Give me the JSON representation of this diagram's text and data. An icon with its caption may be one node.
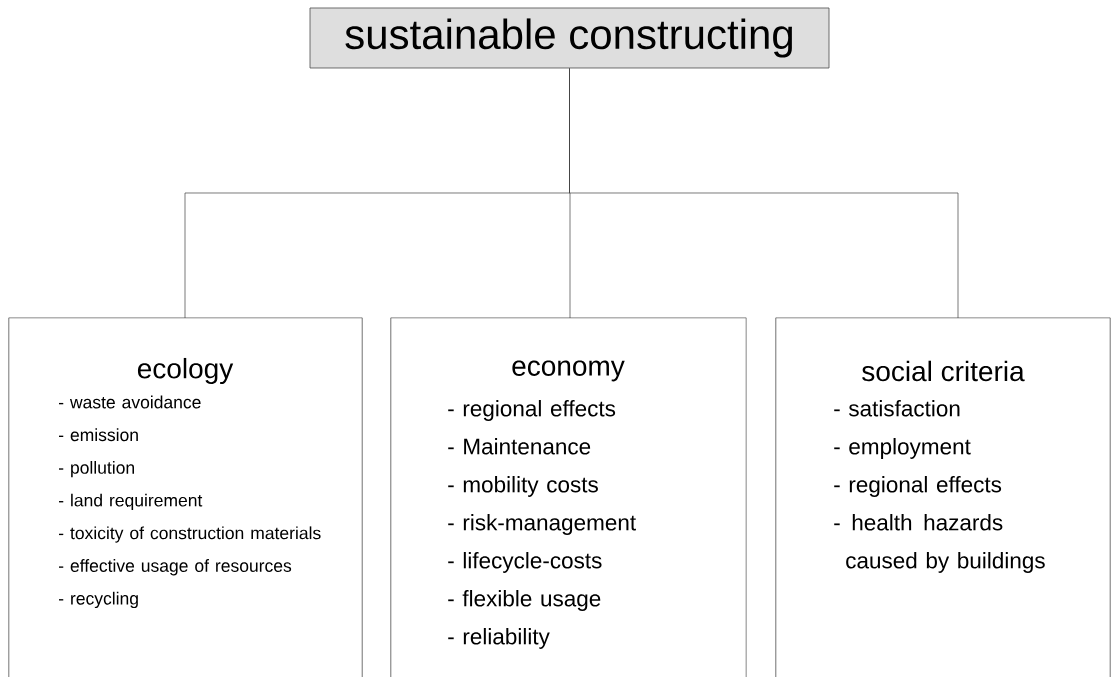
{
  "diagram": {
    "nodes": [
      {
        "text": [
          "sustainable constructing"
        ]
      },
      {
        "text": [
          "ecology",
          "- waste avoidance",
          "- emission",
          "- pollution",
          "- land requirement",
          "- toxicity of construction materials",
          "- effective usage of resources",
          "- recycling"
        ]
      },
      {
        "text": [
          "economy",
          "- regional effects",
          "- Maintenance",
          "- mobility costs",
          "- risk-management",
          "- lifecycle-costs",
          "- flexible usage",
          "- reliability"
        ]
      },
      {
        "text": [
          "social criteria",
          "- satisfaction",
          "- employment",
          "- regional effects",
          "- health hazards caused by buildings"
        ]
      }
    ],
    "edges": [
      {
        "from": 0,
        "to": 1,
        "arrow": "none"
      },
      {
        "from": 0,
        "to": 2,
        "arrow": "none"
      },
      {
        "from": 0,
        "to": 3,
        "arrow": "none"
      }
    ]
  }
}
